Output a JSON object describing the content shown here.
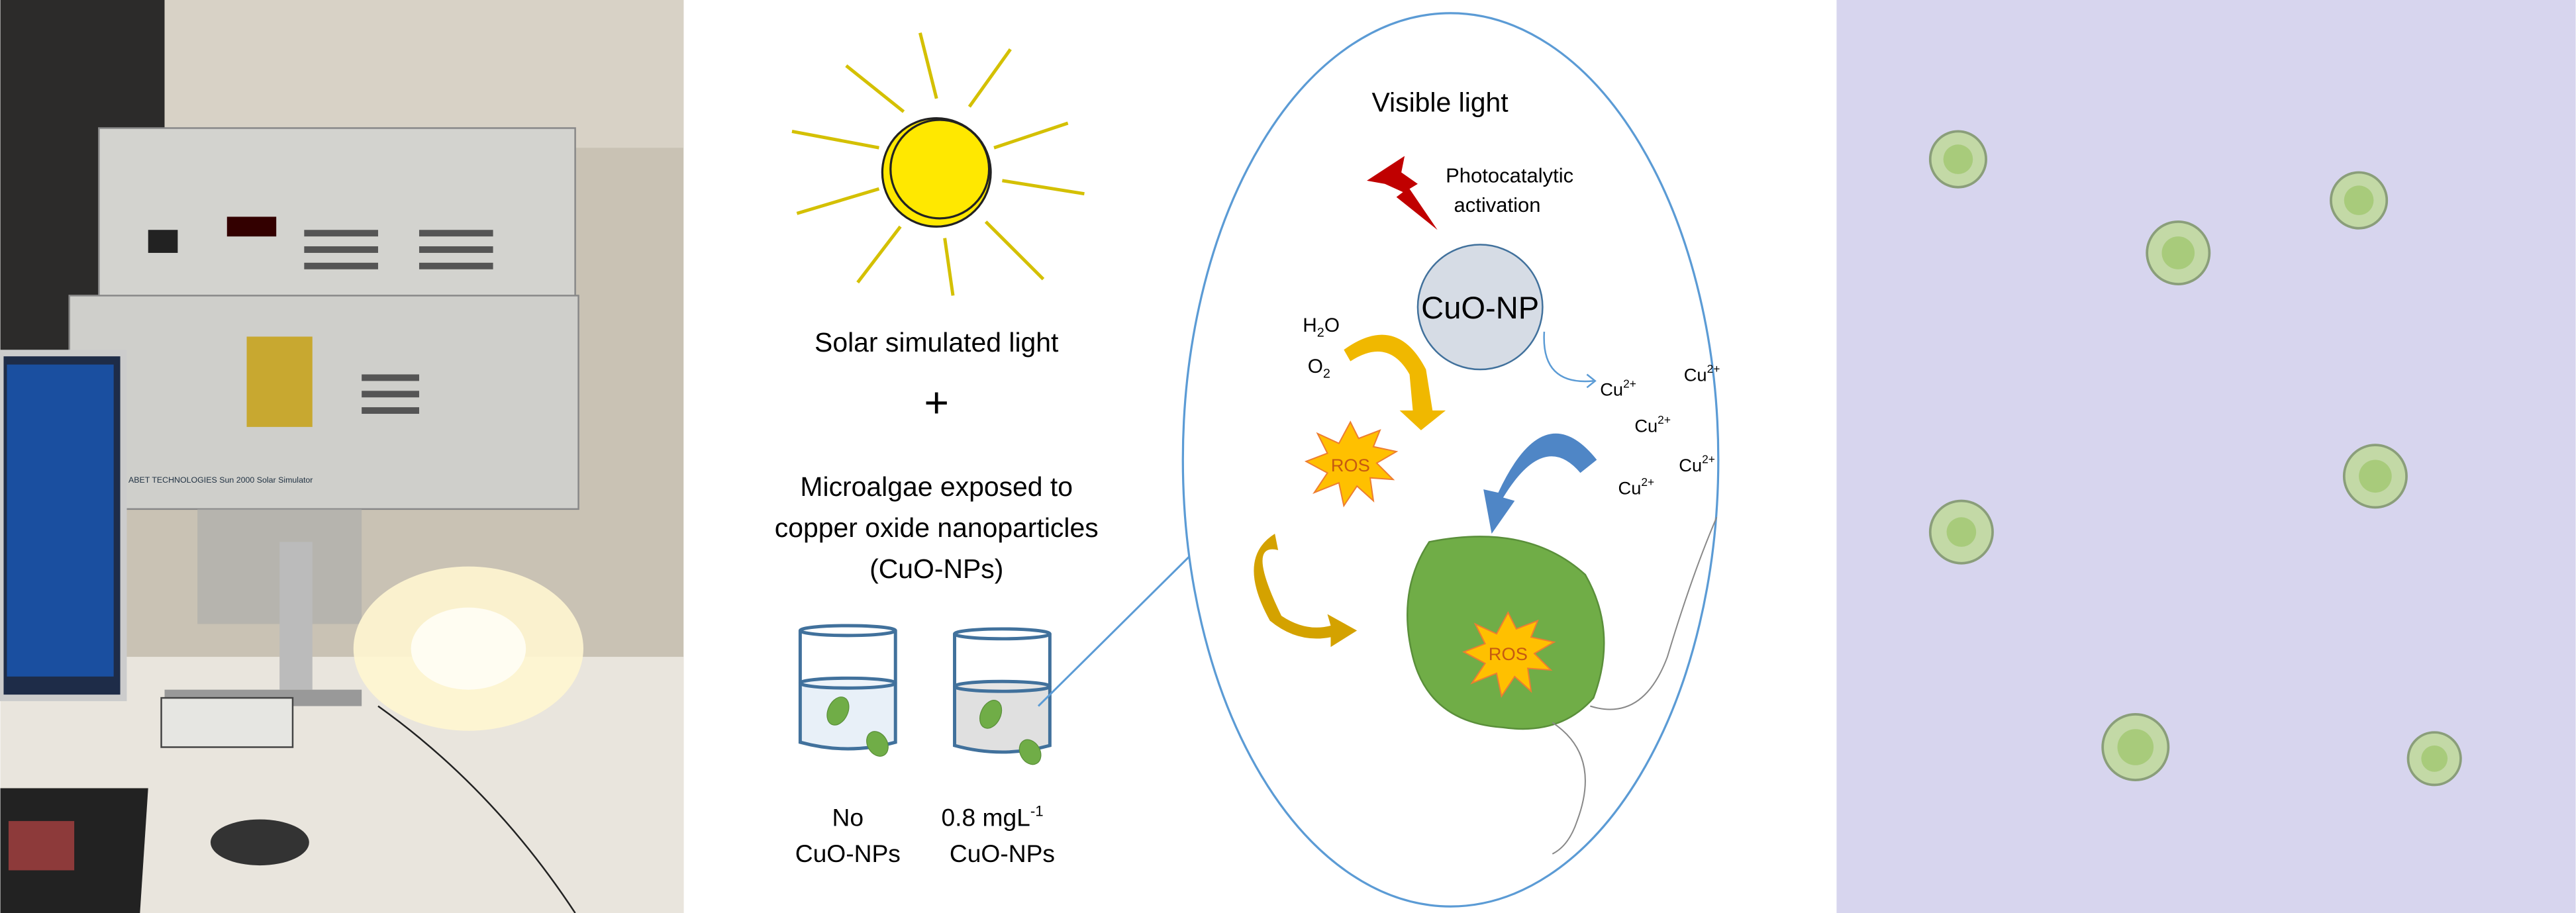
{
  "left_panel": {
    "photo_logo_text": "ABET TECHNOLOGIES Sun 2000 Solar Simulator"
  },
  "middle_panel": {
    "solar_label": "Solar simulated light",
    "plus": "+",
    "exposure_lines": [
      "Microalgae exposed to",
      "copper oxide nanoparticles",
      "(CuO-NPs)"
    ],
    "beakers": [
      {
        "label_line1": "No",
        "label_line2": "CuO-NPs",
        "liquid_color": "#e8f0f8"
      },
      {
        "label_line1": "0.8 mgL",
        "label_sup": "-1",
        "label_line2": "CuO-NPs",
        "liquid_color": "#e0e0e0"
      }
    ]
  },
  "zoom_ellipse": {
    "title": "Visible light",
    "activation_lines": [
      "Photocatalytic",
      "activation"
    ],
    "particle_label": "CuO-NP",
    "h2o": {
      "base": "H",
      "sub": "2",
      "rest": "O"
    },
    "o2": {
      "base": "O",
      "sub": "2"
    },
    "ros_label": "ROS",
    "ion_base": "Cu",
    "ion_sup": "2+",
    "colors": {
      "outline": "#5b9bd5",
      "lightning": "#c00000",
      "ros": "#ffc000",
      "ros_text": "#c55a11",
      "cell": "#70ad47",
      "particle": "#d6dce5"
    }
  },
  "right_panel": {
    "background": "#d7d5ee"
  }
}
